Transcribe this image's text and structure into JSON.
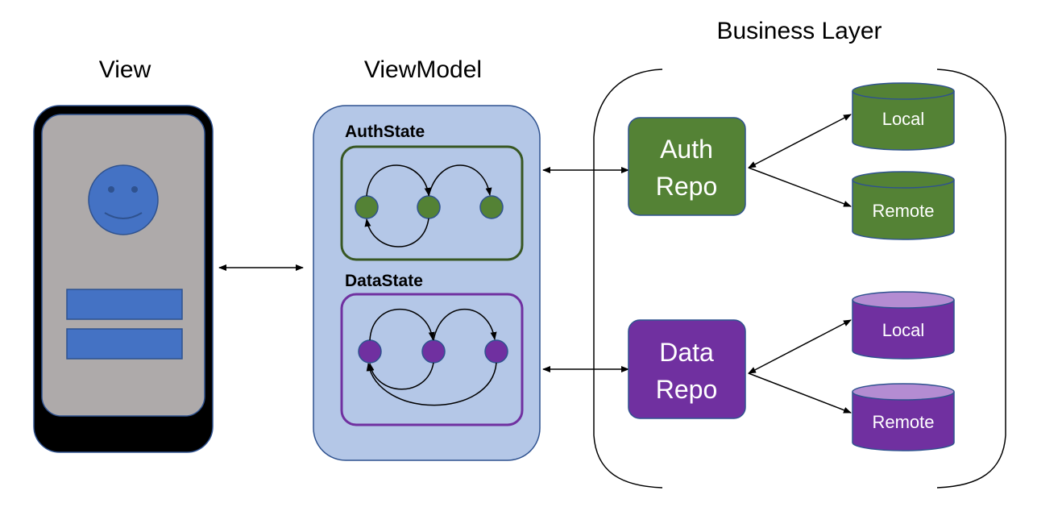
{
  "diagram": {
    "view": {
      "title": "View"
    },
    "viewmodel": {
      "title": "ViewModel",
      "auth_state": "AuthState",
      "data_state": "DataState"
    },
    "business": {
      "title": "Business Layer",
      "auth_repo": {
        "line1": "Auth",
        "line2": "Repo"
      },
      "data_repo": {
        "line1": "Data",
        "line2": "Repo"
      },
      "auth_local": "Local",
      "auth_remote": "Remote",
      "data_local": "Local",
      "data_remote": "Remote"
    }
  },
  "colors": {
    "viewmodel_fill": "#b4c7e7",
    "panel_stroke": "#2f528f",
    "phone_screen": "#aeaaaa",
    "phone_elements": "#4472c4",
    "auth_green": "#548235",
    "auth_green_dark": "#385723",
    "data_purple": "#7030a0",
    "data_purple_light": "#b48cd2"
  }
}
